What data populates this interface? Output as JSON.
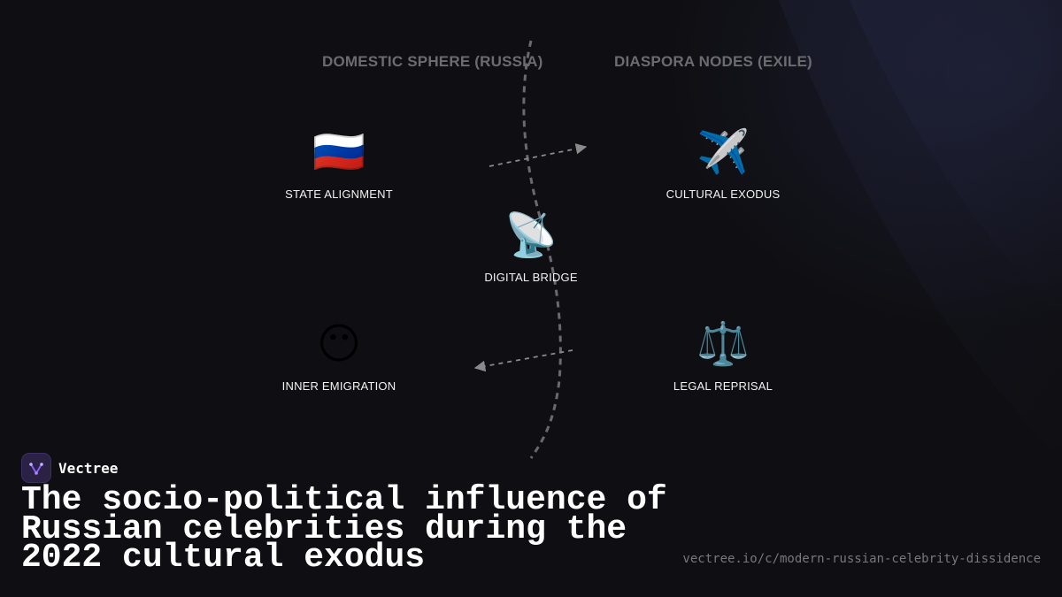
{
  "diagram": {
    "zones": {
      "domestic": "DOMESTIC SPHERE (RUSSIA)",
      "diaspora": "DIASPORA NODES (EXILE)"
    },
    "nodes": {
      "state_alignment": {
        "icon": "🇷🇺",
        "icon_name": "russian-flag-icon",
        "label": "STATE ALIGNMENT"
      },
      "cultural_exodus": {
        "icon": "✈️",
        "icon_name": "airplane-icon",
        "label": "CULTURAL EXODUS"
      },
      "digital_bridge": {
        "icon": "📡",
        "icon_name": "satellite-dish-icon",
        "label": "DIGITAL BRIDGE"
      },
      "inner_emigration": {
        "icon": "😶",
        "icon_name": "face-without-mouth-icon",
        "label": "INNER EMIGRATION"
      },
      "legal_reprisal": {
        "icon": "⚖️",
        "icon_name": "balance-scale-icon",
        "label": "LEGAL REPRISAL"
      }
    },
    "edges": [
      {
        "from": "state_alignment",
        "to": "cultural_exodus",
        "style": "dashed-arrow"
      },
      {
        "from": "legal_reprisal",
        "to": "inner_emigration",
        "style": "dashed-arrow"
      }
    ],
    "divider": "dashed-curve"
  },
  "brand": {
    "name": "Vectree",
    "logo_icon": "vectree-logo-icon",
    "accent": "#8b5cf6"
  },
  "title": "The socio-political influence of Russian celebrities during the 2022 cultural exodus",
  "url": "vectree.io/c/modern-russian-celebrity-dissidence",
  "colors": {
    "background": "#0f0f13",
    "zone_label": "#6b6b70",
    "node_label": "#f2f2f2",
    "connector": "#8a8a8a"
  }
}
